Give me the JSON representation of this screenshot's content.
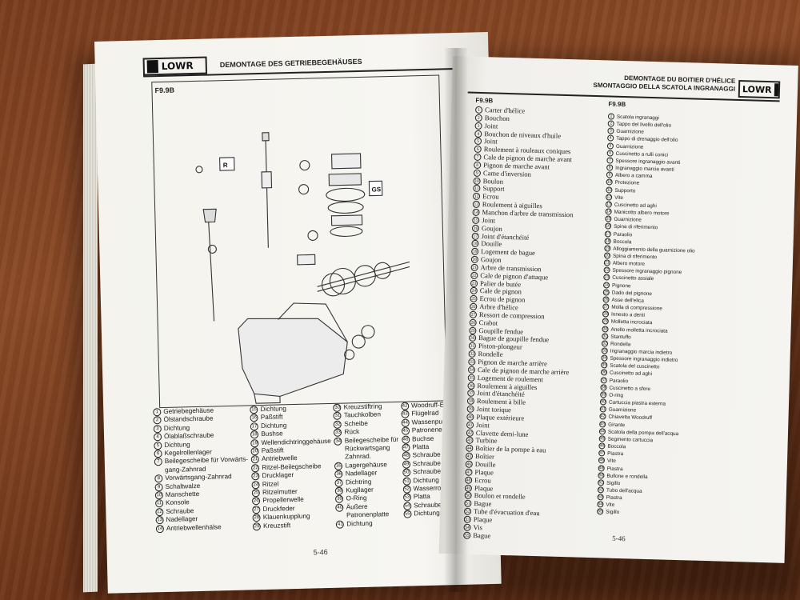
{
  "left_page": {
    "header_code": "LOWR",
    "title": "DEMONTAGE DES GETRIEBEGEHÄUSES",
    "model": "F9.9B",
    "page_number": "5-46",
    "parts_col1": [
      {
        "n": "1",
        "t": "Getriebegehäuse"
      },
      {
        "n": "2",
        "t": "Ölstandschraube"
      },
      {
        "n": "3",
        "t": "Dichtung"
      },
      {
        "n": "4",
        "t": "Ölablaßschraube"
      },
      {
        "n": "5",
        "t": "Dichtung"
      },
      {
        "n": "6",
        "t": "Kegelrollenlager"
      },
      {
        "n": "7",
        "t": "Beilegescheibe für Vorwärts-"
      },
      {
        "n": "",
        "t": "gang-Zahnrad"
      },
      {
        "n": "8",
        "t": "Vorwärtsgang-Zahnrad"
      },
      {
        "n": "9",
        "t": "Schaltwalze"
      },
      {
        "n": "10",
        "t": "Manschette"
      },
      {
        "n": "11",
        "t": "Konsole"
      },
      {
        "n": "12",
        "t": "Schraube"
      },
      {
        "n": "13",
        "t": "Nadellager"
      },
      {
        "n": "14",
        "t": "Antriebwellenhälse"
      }
    ],
    "parts_col2": [
      {
        "n": "15",
        "t": "Dichtung"
      },
      {
        "n": "16",
        "t": "Paßstift"
      },
      {
        "n": "17",
        "t": "Dichtung"
      },
      {
        "n": "18",
        "t": "Bushse"
      },
      {
        "n": "19",
        "t": "Wellendichtringgehäuse"
      },
      {
        "n": "20",
        "t": "Paßstift"
      },
      {
        "n": "21",
        "t": "Antriebwelle"
      },
      {
        "n": "22",
        "t": "Ritzel-Beilegscheibe"
      },
      {
        "n": "23",
        "t": "Drucklager"
      },
      {
        "n": "24",
        "t": "Ritzel"
      },
      {
        "n": "25",
        "t": "Ritzelmutter"
      },
      {
        "n": "26",
        "t": "Propellerwelle"
      },
      {
        "n": "27",
        "t": "Druckfeder"
      },
      {
        "n": "28",
        "t": "Klauenkupplung"
      },
      {
        "n": "29",
        "t": "Kreuzstift"
      }
    ],
    "parts_col3": [
      {
        "n": "30",
        "t": "Kreuzstiftring"
      },
      {
        "n": "31",
        "t": "Tauchkolben"
      },
      {
        "n": "32",
        "t": "Scheibe"
      },
      {
        "n": "33",
        "t": "Rück"
      },
      {
        "n": "34",
        "t": "Beilegescheibe für"
      },
      {
        "n": "",
        "t": "Rückwartsgang"
      },
      {
        "n": "",
        "t": "Zahnrad."
      },
      {
        "n": "35",
        "t": "Lagergehäuse"
      },
      {
        "n": "36",
        "t": "Nadellager"
      },
      {
        "n": "37",
        "t": "Dichtring"
      },
      {
        "n": "38",
        "t": "Kugllager"
      },
      {
        "n": "39",
        "t": "O-Ring"
      },
      {
        "n": "40",
        "t": "Äußere"
      },
      {
        "n": "",
        "t": "Patronenplatte"
      },
      {
        "n": "41",
        "t": "Dichtung"
      }
    ],
    "parts_col4": [
      {
        "n": "42",
        "t": "Woodruff-Einlagekeil"
      },
      {
        "n": "43",
        "t": "Flügelrad"
      },
      {
        "n": "44",
        "t": "Wassenpumpengehäuse"
      },
      {
        "n": "45",
        "t": "Patroneneinsatzq"
      },
      {
        "n": "46",
        "t": "Buchse"
      },
      {
        "n": "47",
        "t": "Platta"
      },
      {
        "n": "48",
        "t": "Schraube"
      },
      {
        "n": "49",
        "t": "Schraube"
      },
      {
        "n": "50",
        "t": "Schraube und Schite"
      },
      {
        "n": "51",
        "t": "Dichtung"
      },
      {
        "n": "52",
        "t": "Wasserrohr"
      },
      {
        "n": "53",
        "t": "Platta"
      },
      {
        "n": "54",
        "t": "Schraube"
      },
      {
        "n": "55",
        "t": "Dichtung"
      }
    ]
  },
  "right_page": {
    "header_code": "LOWR",
    "title_fr": "DEMONTAGE DU BOITIER D'HÉLICE",
    "title_it": "SMONTAGGIO DELLA SCATOLA INGRANAGGI",
    "model_fr": "F9.9B",
    "model_it": "F9.9B",
    "page_number": "5-46",
    "parts_fr": [
      "Carter d'hélice",
      "Bouchon",
      "Joint",
      "Bouchon de niveaux d'huile",
      "Joint",
      "Roulement à rouleaux coniques",
      "Cale de pignon de marche avant",
      "Pignon de marche avant",
      "Came d'inversion",
      "Boulon",
      "Support",
      "Ecrou",
      "Roulement à aiguilles",
      "Manchon d'arbre de transmission",
      "Joint",
      "Goujon",
      "Joint d'étanchéité",
      "Douille",
      "Logement de bague",
      "Goujon",
      "Arbre de transmission",
      "Cale de pignon d'attaque",
      "Palier de butée",
      "Cale de pignon",
      "Ecrou de pignon",
      "Arbre d'hélice",
      "Ressort de compression",
      "Crabot",
      "Goupille fendue",
      "Bague de goupille fendue",
      "Piston-plongeur",
      "Rondelle",
      "Pignon de marche arrière",
      "Cale de pignon de marche arrière",
      "Logement de roulement",
      "Roulement à aiguilles",
      "Joint d'étanchéité",
      "Roulement à bille",
      "Joint torique",
      "Plaque extérieure",
      "Joint",
      "Clavette demi-lune",
      "Turbine",
      "Boîtier de la pompe à eau",
      "Boîtier",
      "Douille",
      "Plaque",
      "Ecrou",
      "Plaque",
      "Boulon et rondelle",
      "Bague",
      "Tube d'évacuation d'eau",
      "Plaque",
      "Vis",
      "Bague"
    ],
    "parts_it": [
      "Scatola ingranaggi",
      "Tappo del livello dell'olio",
      "Guarnizione",
      "Tappo di drenaggio dell'olio",
      "Guarnizione",
      "Cuscinetto a rulli conici",
      "Spessore ingranaggio avanti",
      "Ingranaggio marcia avanti",
      "Albero a camma",
      "Protezione",
      "Supporto",
      "Vite",
      "Cuscinetto ad aghi",
      "Manicotto albero motore",
      "Guarnizione",
      "Spina di riferimento",
      "Paraolio",
      "Boccola",
      "Alloggiamento della guarnizione olio",
      "Spina di riferimento",
      "Albero motore",
      "Spessore ingranaggio pignone",
      "Cuscinetto assiale",
      "Pignone",
      "Dado del pignone",
      "Asse dell'elica",
      "Molla di compressione",
      "Innesto a denti",
      "Molletta incrociata",
      "Anello molletta incrociata",
      "Stantuffo",
      "Rondella",
      "Ingranaggio marcia indietro",
      "Spessore ingranaggio indietro",
      "Scatola del cuscinetto",
      "Cuscinetto ad aghi",
      "Paraolio",
      "Cuscinetto a sfere",
      "O-ring",
      "Cartuccia piastra esterna",
      "Guarnizione",
      "Chiavetta Woodruff",
      "Girante",
      "Scatola della pompa dell'acqua",
      "Segmento cartuccia",
      "Boccola",
      "Piastra",
      "Vite",
      "Piastra",
      "Bullone e rondella",
      "Sigillo",
      "Tubo dell'acqua",
      "Piastra",
      "Vite",
      "Sigillo"
    ]
  }
}
